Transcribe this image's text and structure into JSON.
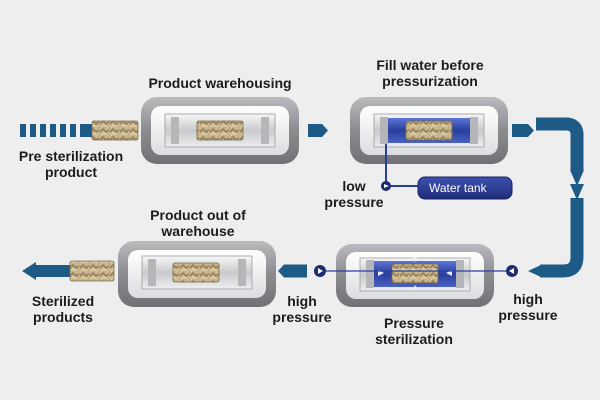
{
  "labels": {
    "pre_sterilization": [
      "Pre sterilization",
      "product"
    ],
    "product_warehousing": [
      "Product warehousing"
    ],
    "fill_water": [
      "Fill water before",
      "pressurization"
    ],
    "low_pressure": [
      "low",
      "pressure"
    ],
    "water_tank": "Water tank",
    "product_out": [
      "Product out of",
      "warehouse"
    ],
    "sterilized_products": [
      "Sterilized",
      "products"
    ],
    "high_pressure_left": [
      "high",
      "pressure"
    ],
    "pressure_sterilization": [
      "Pressure",
      "sterilization"
    ],
    "high_pressure_right": [
      "high",
      "pressure"
    ]
  },
  "colors": {
    "background": "#eeeeee",
    "flow_arrow": "#1e5a86",
    "vessel_frame": "#8a8c90",
    "water": "#2a3f9c",
    "water_tank": "#2e3f97",
    "product": "#c8b48a",
    "text": "#1c1c1c"
  }
}
